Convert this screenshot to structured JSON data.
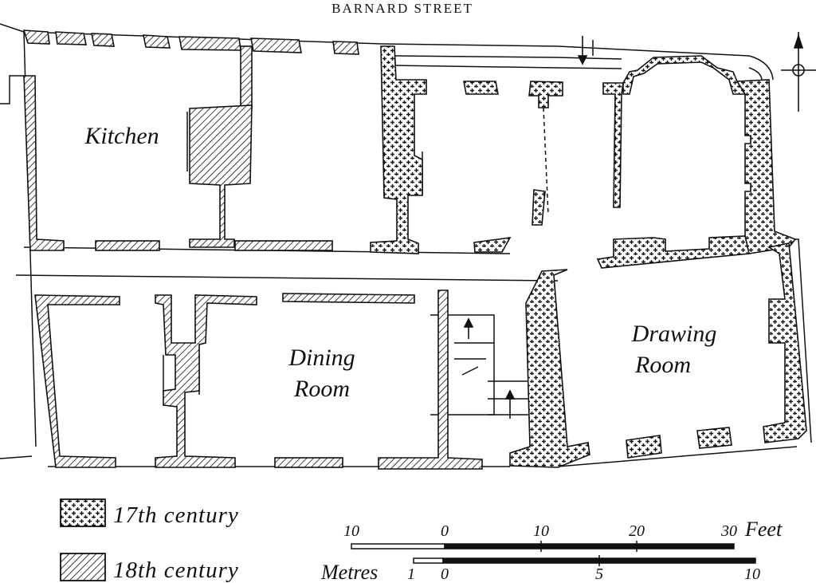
{
  "street_name": "BARNARD STREET",
  "rooms": {
    "kitchen": "Kitchen",
    "dining_line1": "Dining",
    "dining_line2": "Room",
    "drawing_line1": "Drawing",
    "drawing_line2": "Room"
  },
  "legend": {
    "c17": "17th century",
    "c18": "18th century"
  },
  "scale": {
    "feet_unit": "Feet",
    "metres_unit": "Metres",
    "feet_ticks": [
      "10",
      "0",
      "10",
      "20",
      "30"
    ],
    "metres_ticks": [
      "1",
      "0",
      "5",
      "10"
    ]
  },
  "colors": {
    "ink": "#111111",
    "paper": "#ffffff"
  }
}
